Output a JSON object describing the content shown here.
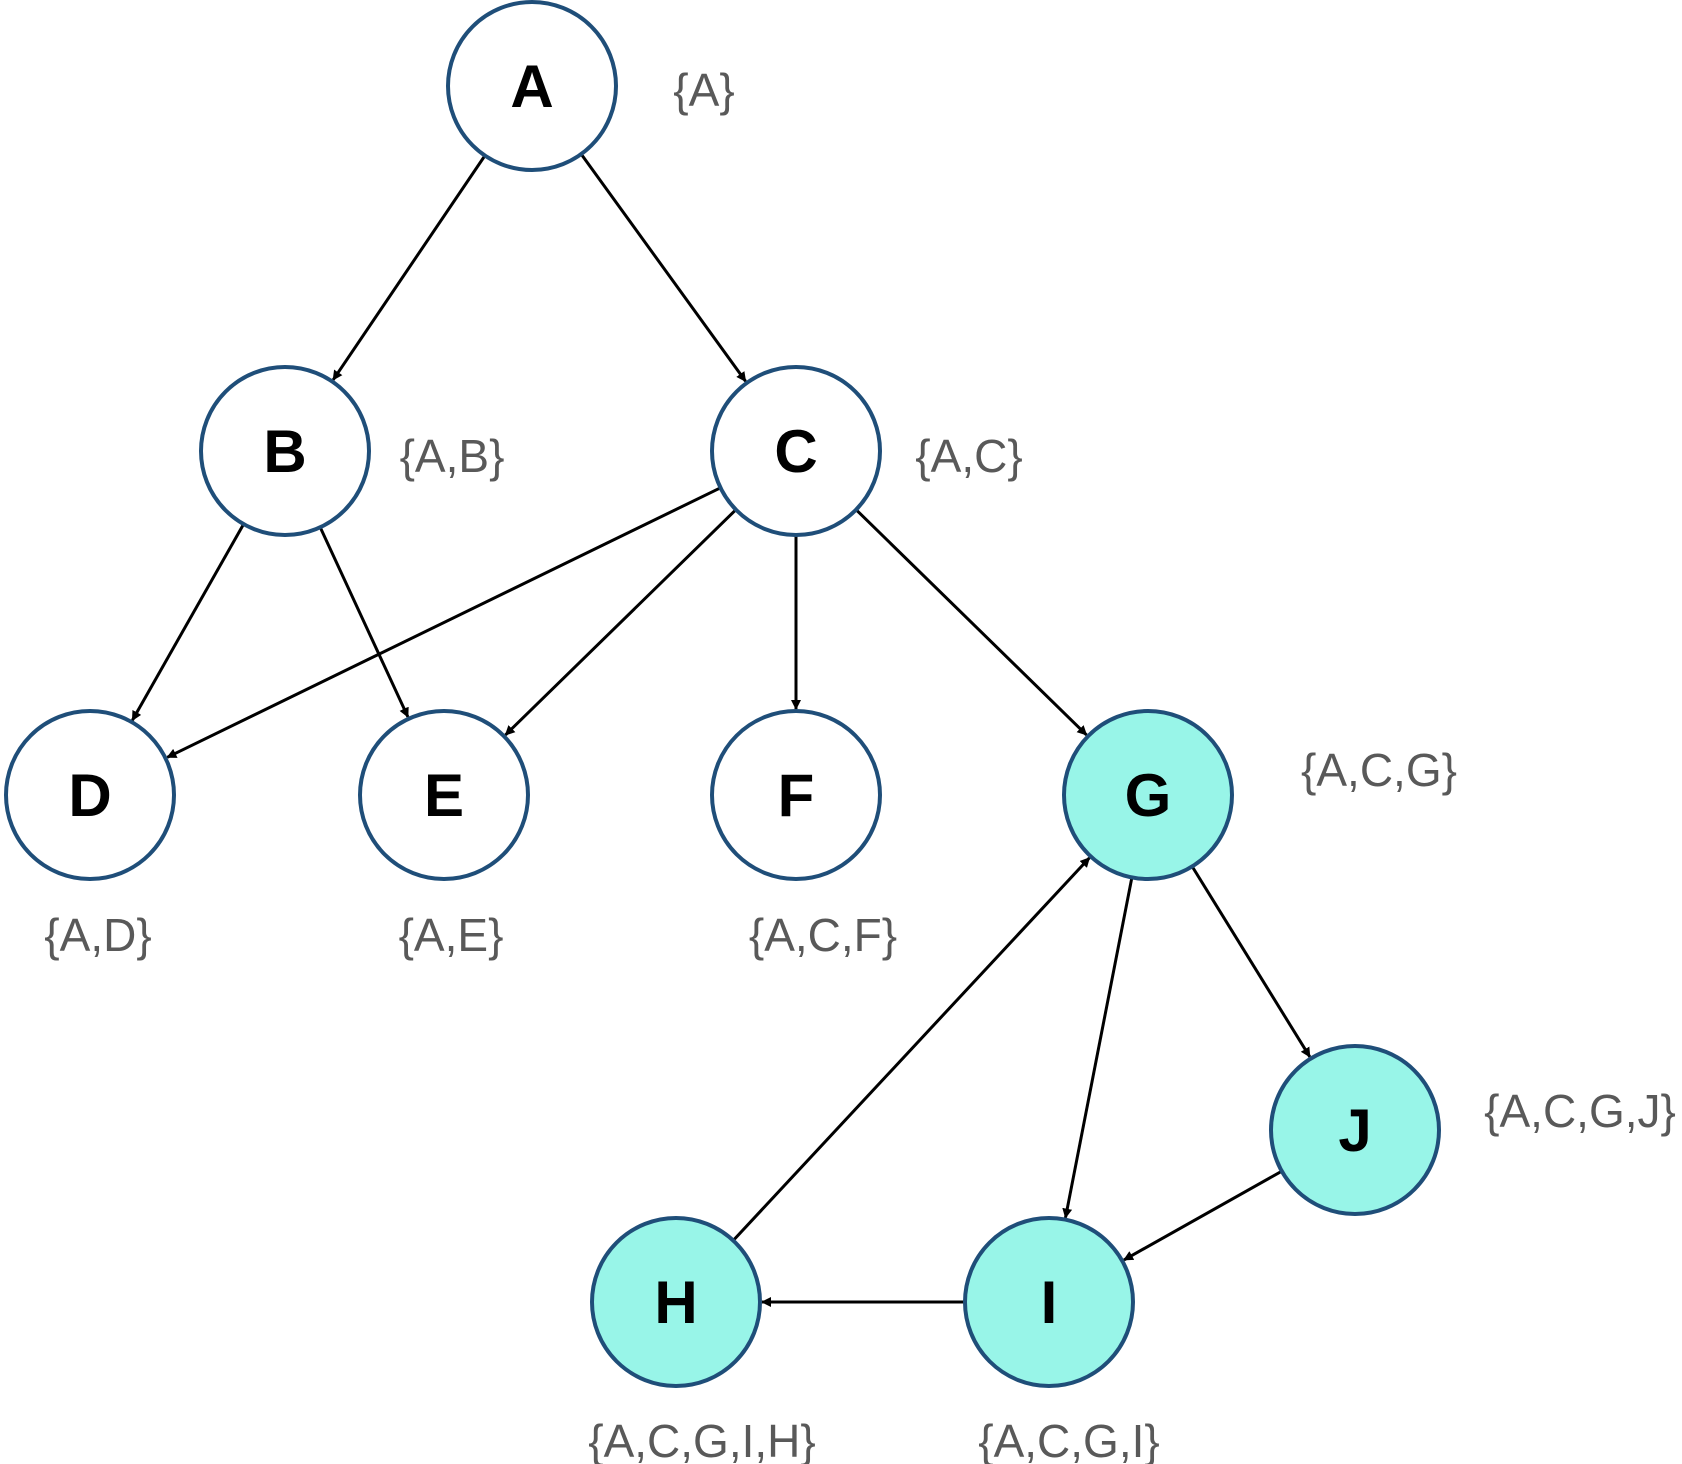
{
  "colors": {
    "node_stroke": "#1f4e79",
    "node_fill_default": "#ffffff",
    "node_fill_highlight": "#98f5e8",
    "edge": "#000000",
    "set_text": "#595959"
  },
  "nodes": [
    {
      "id": "A",
      "label": "A",
      "set": "{A}",
      "highlighted": false
    },
    {
      "id": "B",
      "label": "B",
      "set": "{A,B}",
      "highlighted": false
    },
    {
      "id": "C",
      "label": "C",
      "set": "{A,C}",
      "highlighted": false
    },
    {
      "id": "D",
      "label": "D",
      "set": "{A,D}",
      "highlighted": false
    },
    {
      "id": "E",
      "label": "E",
      "set": "{A,E}",
      "highlighted": false
    },
    {
      "id": "F",
      "label": "F",
      "set": "{A,C,F}",
      "highlighted": false
    },
    {
      "id": "G",
      "label": "G",
      "set": "{A,C,G}",
      "highlighted": true
    },
    {
      "id": "J",
      "label": "J",
      "set": "{A,C,G,J}",
      "highlighted": true
    },
    {
      "id": "H",
      "label": "H",
      "set": "{A,C,G,I,H}",
      "highlighted": true
    },
    {
      "id": "I",
      "label": "I",
      "set": "{A,C,G,I}",
      "highlighted": true
    }
  ],
  "edges": [
    {
      "from": "A",
      "to": "B"
    },
    {
      "from": "A",
      "to": "C"
    },
    {
      "from": "B",
      "to": "D"
    },
    {
      "from": "B",
      "to": "E"
    },
    {
      "from": "C",
      "to": "D"
    },
    {
      "from": "C",
      "to": "E"
    },
    {
      "from": "C",
      "to": "F"
    },
    {
      "from": "C",
      "to": "G"
    },
    {
      "from": "G",
      "to": "I"
    },
    {
      "from": "G",
      "to": "J"
    },
    {
      "from": "J",
      "to": "I"
    },
    {
      "from": "I",
      "to": "H"
    },
    {
      "from": "H",
      "to": "G"
    }
  ]
}
